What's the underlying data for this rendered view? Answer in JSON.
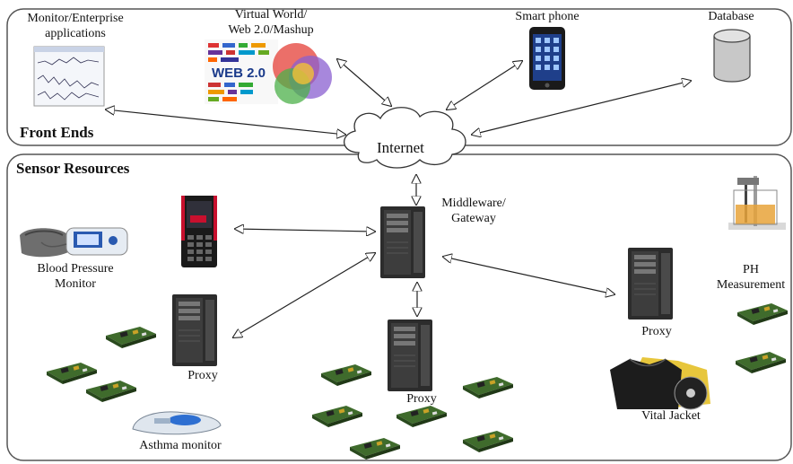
{
  "sections": {
    "front_ends": "Front Ends",
    "sensor_resources": "Sensor Resources"
  },
  "nodes": {
    "monitor_line1": "Monitor/Enterprise",
    "monitor_line2": "applications",
    "virtual_line1": "Virtual World/",
    "virtual_line2": "Web 2.0/Mashup",
    "smartphone": "Smart phone",
    "database": "Database",
    "internet": "Internet",
    "middleware_line1": "Middleware/",
    "middleware_line2": "Gateway",
    "bp_line1": "Blood Pressure",
    "bp_line2": "Monitor",
    "proxy_left": "Proxy",
    "proxy_center": "Proxy",
    "proxy_right": "Proxy",
    "asthma": "Asthma monitor",
    "ph_line1": "PH",
    "ph_line2": "Measurement",
    "vital_jacket": "Vital Jacket"
  },
  "logo_text": "WEB 2.0",
  "colors": {
    "frame": "#555555",
    "arrow": "#222222",
    "server_dark": "#2c2c2c",
    "server_light": "#5a5a5a",
    "board_green": "#3f6b2c",
    "phone_red": "#c8102e",
    "liquid": "#e8a33a"
  }
}
